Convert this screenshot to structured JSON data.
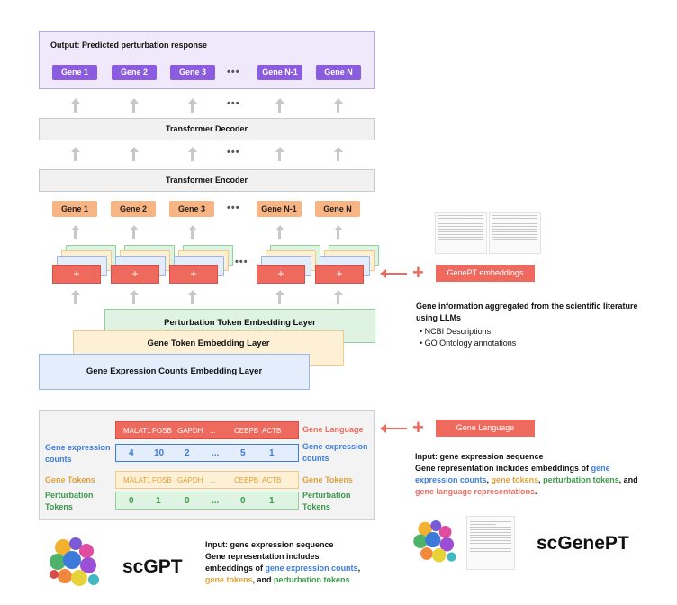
{
  "output": {
    "title": "Output: Predicted perturbation response",
    "genes": [
      "Gene 1",
      "Gene 2",
      "Gene 3",
      "Gene N-1",
      "Gene N"
    ],
    "ellipsis": "•••"
  },
  "decoder_label": "Transformer Decoder",
  "encoder_label": "Transformer Encoder",
  "input_genes": [
    "Gene 1",
    "Gene 2",
    "Gene 3",
    "Gene N-1",
    "Gene N"
  ],
  "plus_symbol": "+",
  "genept": {
    "label": "GenePT embeddings",
    "info": "Gene information aggregated from the scientific literature using LLMs",
    "bullets": [
      "NCBI Descriptions",
      "GO Ontology annotations"
    ]
  },
  "layers": {
    "perturbation": "Perturbation Token Embedding Layer",
    "gene_token": "Gene Token Embedding Layer",
    "expression": "Gene Expression Counts Embedding Layer"
  },
  "input_table": {
    "gene_language_row": [
      "MALAT1",
      "FOSB",
      "GAPDH",
      "...",
      "CEBPB",
      "ACTB"
    ],
    "expression_row": [
      "4",
      "10",
      "2",
      "...",
      "5",
      "1"
    ],
    "tokens_row": [
      "MALAT1",
      "FOSB",
      "GAPDH",
      "...",
      "CEBPB",
      "ACTB"
    ],
    "perturbation_row": [
      "0",
      "1",
      "0",
      "...",
      "0",
      "1"
    ],
    "left_labels": {
      "expression": "Gene expression counts",
      "tokens": "Gene Tokens",
      "perturbation": "Perturbation Tokens"
    },
    "right_labels": {
      "language": "Gene Language",
      "expression": "Gene expression counts",
      "tokens": "Gene Tokens",
      "perturbation": "Perturbation Tokens"
    }
  },
  "gene_language_button": "Gene Language",
  "scgenept_desc": {
    "line1": "Input: gene expression sequence",
    "line2": "Gene representation includes embeddings of",
    "blue": "gene expression counts",
    "orange": "gene tokens",
    "green": "perturbation tokens",
    "and": "and",
    "red": "gene language representations",
    "comma": ",",
    "period": "."
  },
  "scgpt_desc": {
    "line1": "Input: gene expression sequence",
    "line2": "Gene representation includes",
    "line3": "embeddings of",
    "blue": "gene expression counts",
    "orange": "gene tokens",
    "and": ", and",
    "green": "perturbation tokens"
  },
  "titles": {
    "scgpt": "scGPT",
    "scgenept": "scGenePT"
  },
  "colors": {
    "purple": "#8b5ce0",
    "orange": "#f9b483",
    "red": "#ee6a5f",
    "blue_text": "#3b7ddd",
    "orange_text": "#e0a13a",
    "green_text": "#3a9a4a"
  }
}
